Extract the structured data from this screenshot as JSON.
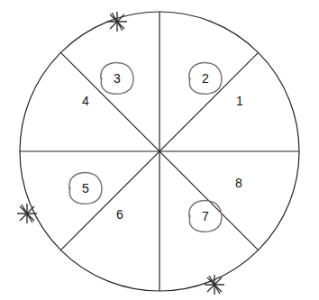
{
  "diagram": {
    "labels": [
      "3",
      "2",
      "4",
      "1",
      "5",
      "8",
      "6",
      "7"
    ]
  }
}
